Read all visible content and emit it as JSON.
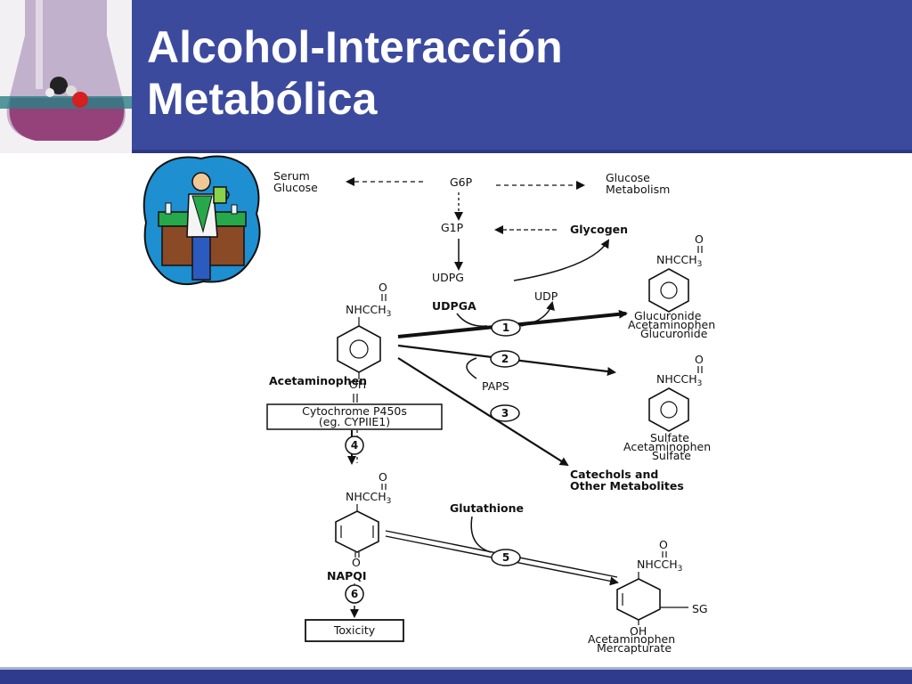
{
  "slide": {
    "title_line1": "Alcohol-Interacción",
    "title_line2": "Metabólica"
  },
  "colors": {
    "header_blue": "#3c4a9e",
    "footer_blue": "#2f3b8c",
    "title_text": "#ffffff"
  },
  "icons": {
    "header": "molecule-flask-image",
    "cartoon": "bartender-beer-cartoon"
  },
  "diagram": {
    "serum_glucose_1": "Serum",
    "serum_glucose_2": "Glucose",
    "g6p": "G6P",
    "glucose_metabolism_1": "Glucose",
    "glucose_metabolism_2": "Metabolism",
    "g1p": "G1P",
    "glycogen": "Glycogen",
    "udpg": "UDPG",
    "udpga": "UDPGA",
    "udp": "UDP",
    "paps": "PAPS",
    "oxygen": "O",
    "nhcch3": "NHCCH",
    "sub3": "3",
    "oh": "OH",
    "acetaminophen": "Acetaminophen",
    "cyp_1": "Cytochrome P450s",
    "cyp_2": "(eg. CYPIIE1)",
    "glucuronide": "Glucuronide",
    "glucuronide_sub1": "Acetaminophen",
    "glucuronide_sub2": "Glucuronide",
    "sulfate": "Sulfate",
    "sulfate_sub1": "Acetaminophen",
    "sulfate_sub2": "Sulfate",
    "catechols_1": "Catechols and",
    "catechols_2": "Other Metabolites",
    "glutathione": "Glutathione",
    "napqi": "NAPQI",
    "sg": "SG",
    "mercapturate_1": "Acetaminophen",
    "mercapturate_2": "Mercapturate",
    "toxicity": "Toxicity",
    "step1": "1",
    "step2": "2",
    "step3": "3",
    "step4": "4",
    "step5": "5",
    "step6": "6"
  }
}
